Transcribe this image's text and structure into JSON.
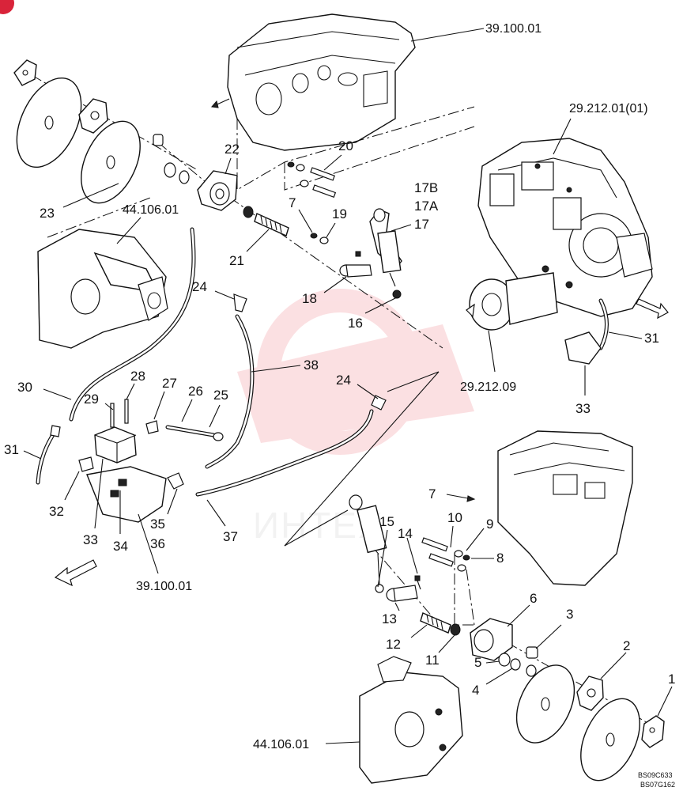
{
  "diagram": {
    "watermark_text": "ИНТЕХ",
    "corner_codes": [
      "BS09C633",
      "BS07G162"
    ],
    "references": {
      "ref_39_100_01_top": "39.100.01",
      "ref_29_212_01": "29.212.01(01)",
      "ref_44_106_01_left": "44.106.01",
      "ref_29_212_09": "29.212.09",
      "ref_39_100_01_bottom": "39.100.01",
      "ref_44_106_01_bottom": "44.106.01"
    },
    "callouts": {
      "c1": "1",
      "c2": "2",
      "c3": "3",
      "c4": "4",
      "c5": "5",
      "c6": "6",
      "c7_top": "7",
      "c7_bottom": "7",
      "c8": "8",
      "c9": "9",
      "c10": "10",
      "c11": "11",
      "c12": "12",
      "c13": "13",
      "c14": "14",
      "c15": "15",
      "c16": "16",
      "c17": "17",
      "c17a": "17A",
      "c17b": "17B",
      "c18": "18",
      "c19": "19",
      "c20": "20",
      "c21": "21",
      "c22": "22",
      "c23": "23",
      "c24_top": "24",
      "c24_mid": "24",
      "c25": "25",
      "c26": "26",
      "c27": "27",
      "c28": "28",
      "c29": "29",
      "c30": "30",
      "c31_left": "31",
      "c31_right": "31",
      "c32": "32",
      "c33_left": "33",
      "c33_right": "33",
      "c34": "34",
      "c35": "35",
      "c36": "36",
      "c37": "37",
      "c38": "38"
    }
  }
}
